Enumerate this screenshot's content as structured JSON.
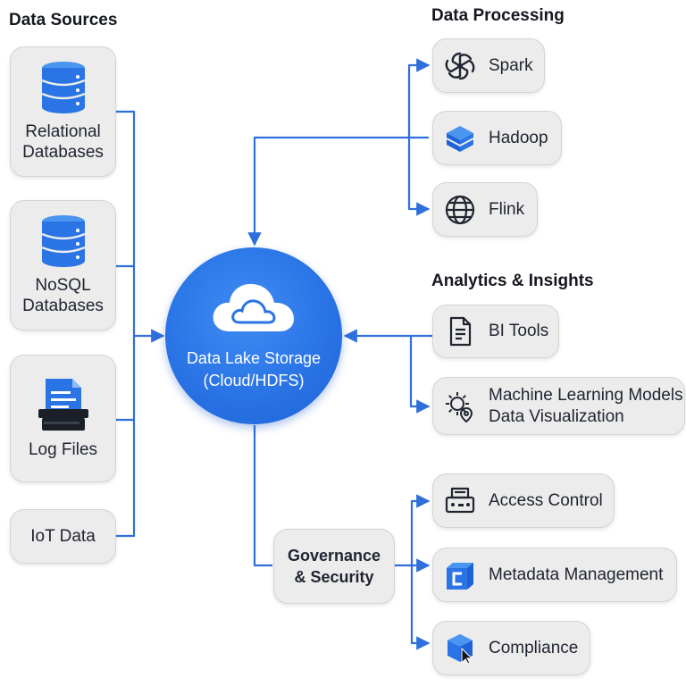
{
  "headings": {
    "data_sources": "Data Sources",
    "data_processing": "Data Processing",
    "analytics": "Analytics & Insights"
  },
  "sources": {
    "relational": "Relational Databases",
    "nosql": "NoSQL Databases",
    "logs": "Log Files",
    "iot": "IoT Data"
  },
  "center": {
    "line1": "Data Lake Storage",
    "line2": "(Cloud/HDFS)"
  },
  "processing": {
    "spark": "Spark",
    "hadoop": "Hadoop",
    "flink": "Flink"
  },
  "analytics": {
    "bi": "BI Tools",
    "ml_line1": "Machine Learning Models",
    "ml_line2": "Data Visualization"
  },
  "governance": {
    "line1": "Governance",
    "line2": "& Security",
    "access": "Access Control",
    "metadata": "Metadata Management",
    "compliance": "Compliance"
  },
  "colors": {
    "accent": "#2a74e6",
    "connector": "#2f6fdc",
    "card_bg": "#ececec"
  },
  "icons": {
    "relational": "database-icon",
    "nosql": "database-icon",
    "logs": "log-file-icon",
    "center": "cloud-icon",
    "spark": "spark-icon",
    "hadoop": "hadoop-icon",
    "flink": "globe-icon",
    "bi": "document-icon",
    "ml": "gear-icon",
    "access": "access-control-icon",
    "metadata": "metadata-icon",
    "compliance": "compliance-icon"
  }
}
